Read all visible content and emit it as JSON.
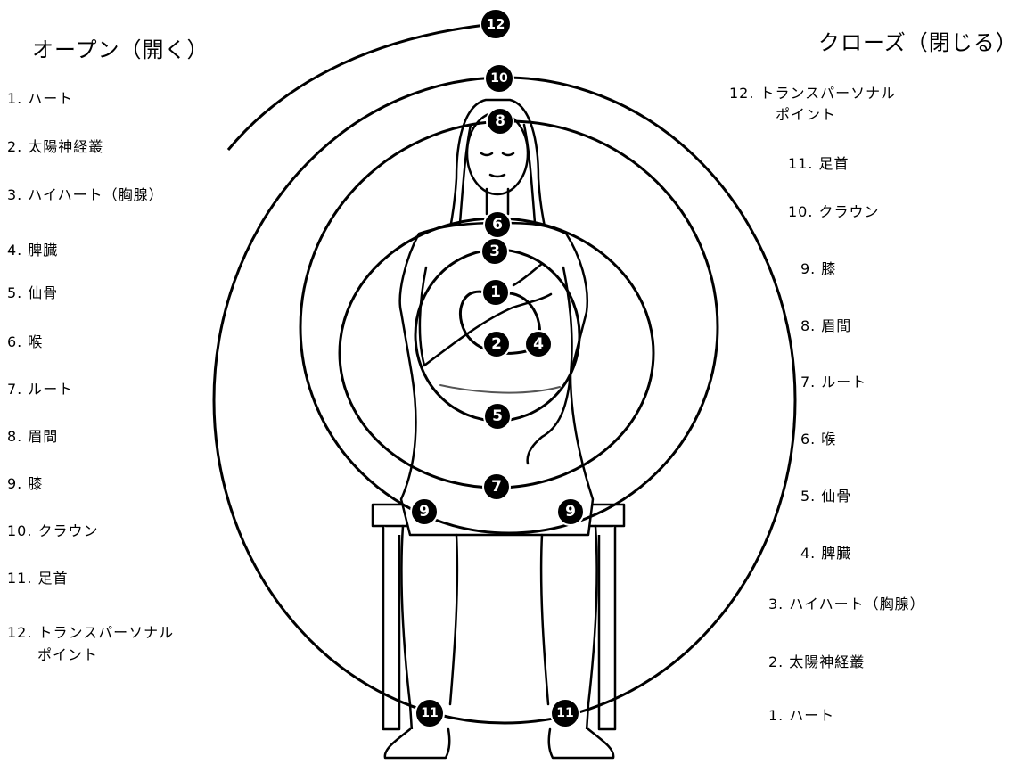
{
  "open": {
    "title": "オープン（開く）",
    "items": [
      {
        "num": "1.",
        "label": "ハート"
      },
      {
        "num": "2.",
        "label": "太陽神経叢"
      },
      {
        "num": "3.",
        "label": "ハイハート（胸腺）"
      },
      {
        "num": "4.",
        "label": "脾臓"
      },
      {
        "num": "5.",
        "label": "仙骨"
      },
      {
        "num": "6.",
        "label": "喉"
      },
      {
        "num": "7.",
        "label": "ルート"
      },
      {
        "num": "8.",
        "label": "眉間"
      },
      {
        "num": "9.",
        "label": "膝"
      },
      {
        "num": "10.",
        "label": "クラウン"
      },
      {
        "num": "11.",
        "label": "足首"
      },
      {
        "num": "12.",
        "label": "トランスパーソナル",
        "label2": "ポイント"
      }
    ]
  },
  "close": {
    "title": "クローズ（閉じる）",
    "items": [
      {
        "num": "12.",
        "label": "トランスパーソナル",
        "label2": "ポイント"
      },
      {
        "num": "11.",
        "label": "足首"
      },
      {
        "num": "10.",
        "label": "クラウン"
      },
      {
        "num": "9.",
        "label": "膝"
      },
      {
        "num": "8.",
        "label": "眉間"
      },
      {
        "num": "7.",
        "label": "ルート"
      },
      {
        "num": "6.",
        "label": "喉"
      },
      {
        "num": "5.",
        "label": "仙骨"
      },
      {
        "num": "4.",
        "label": "脾臓"
      },
      {
        "num": "3.",
        "label": "ハイハート（胸腺）"
      },
      {
        "num": "2.",
        "label": "太陽神経叢"
      },
      {
        "num": "1.",
        "label": "ハート"
      }
    ]
  },
  "badges": {
    "b1": "1",
    "b2": "2",
    "b3": "3",
    "b4": "4",
    "b5": "5",
    "b6": "6",
    "b7": "7",
    "b8": "8",
    "b9": "9",
    "b10": "10",
    "b11": "11",
    "b12": "12"
  },
  "colors": {
    "line": "#000000",
    "badge_fill": "#000000",
    "badge_text": "#ffffff",
    "background": "#ffffff"
  }
}
